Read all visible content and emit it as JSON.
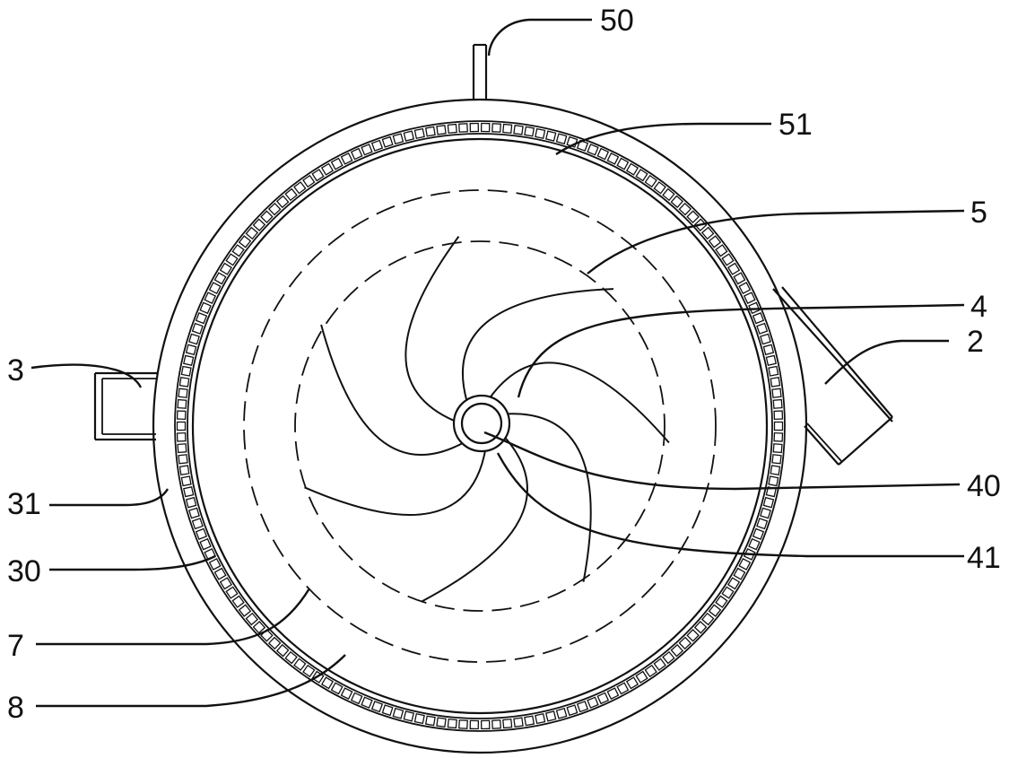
{
  "colors": {
    "stroke": "#111111",
    "background": "#ffffff"
  },
  "labels": {
    "l50": "50",
    "l51": "51",
    "l5": "5",
    "l4": "4",
    "l2": "2",
    "l3": "3",
    "l40": "40",
    "l31": "31",
    "l41": "41",
    "l30": "30",
    "l7": "7",
    "l8": "8"
  }
}
